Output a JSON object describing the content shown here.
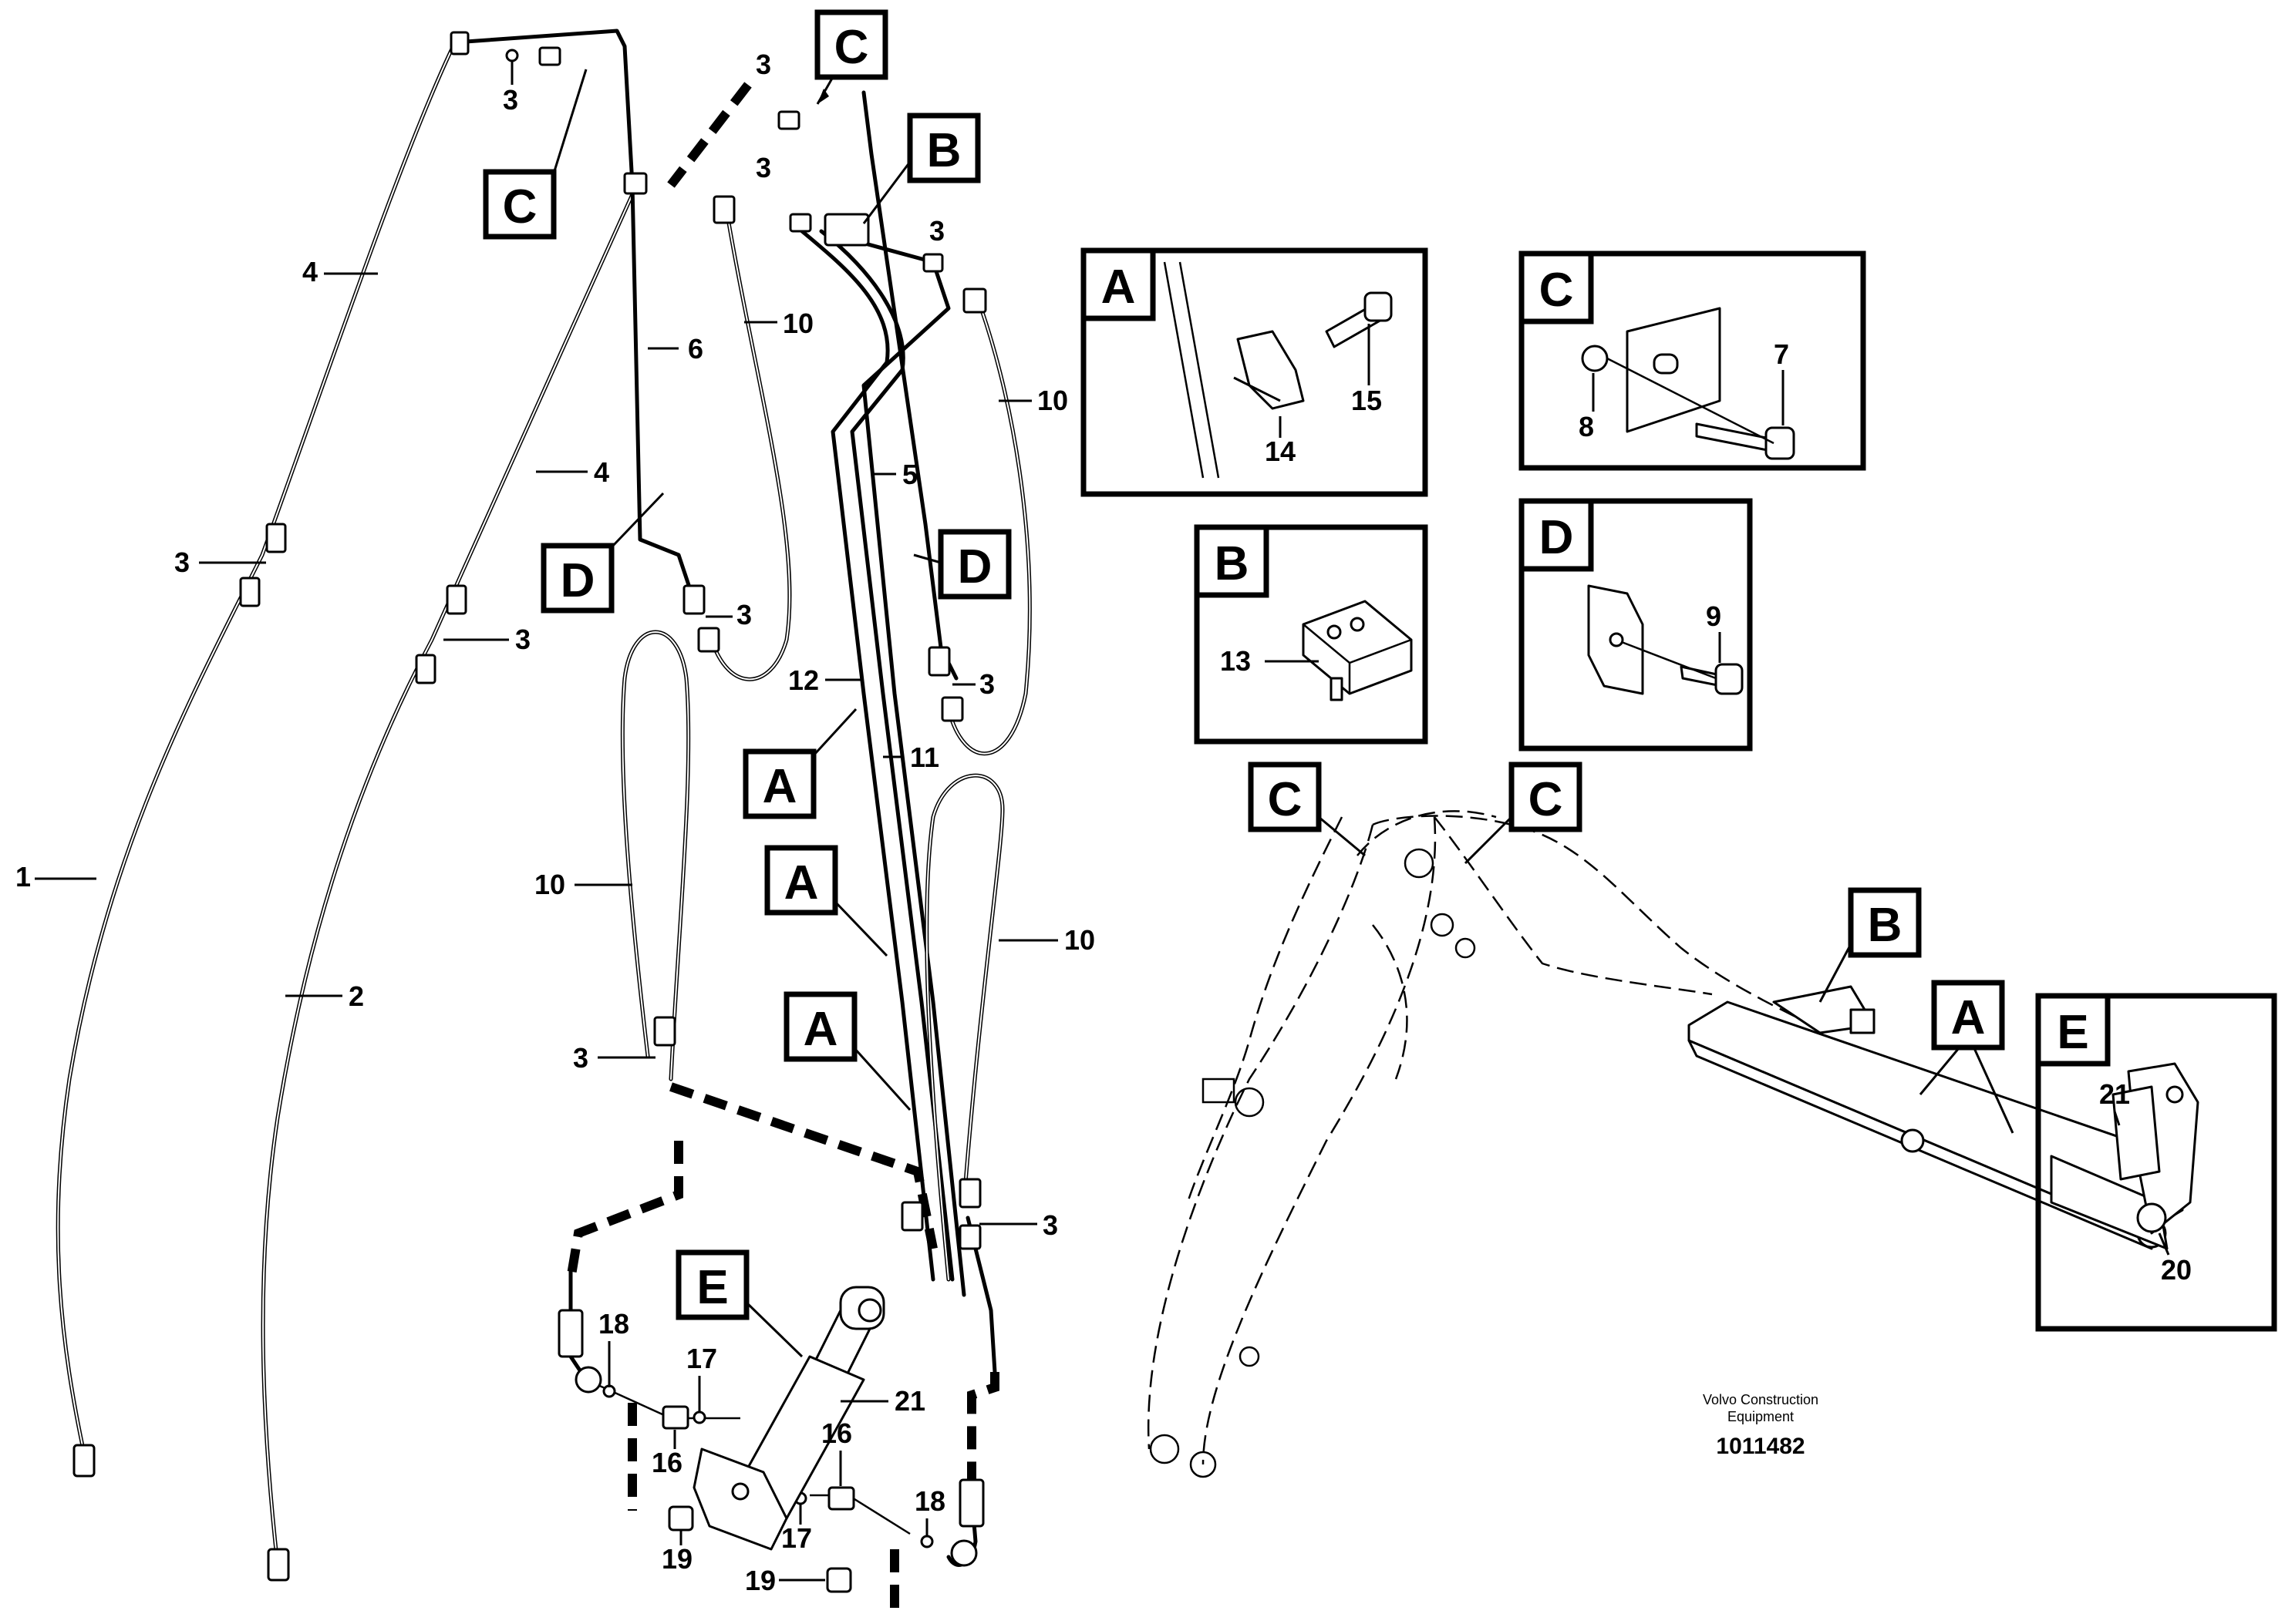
{
  "part_numbers": {
    "n1": "1",
    "n2": "2",
    "n3": "3",
    "n4": "4",
    "n5": "5",
    "n6": "6",
    "n7": "7",
    "n8": "8",
    "n9": "9",
    "n10": "10",
    "n11": "11",
    "n12": "12",
    "n13": "13",
    "n14": "14",
    "n15": "15",
    "n16": "16",
    "n17": "17",
    "n18": "18",
    "n19": "19",
    "n20": "20",
    "n21": "21"
  },
  "callouts": {
    "a": "A",
    "b": "B",
    "c": "C",
    "d": "D",
    "e": "E"
  },
  "footer": {
    "company_line1": "Volvo Construction",
    "company_line2": "Equipment",
    "drawing_number": "1011482"
  }
}
